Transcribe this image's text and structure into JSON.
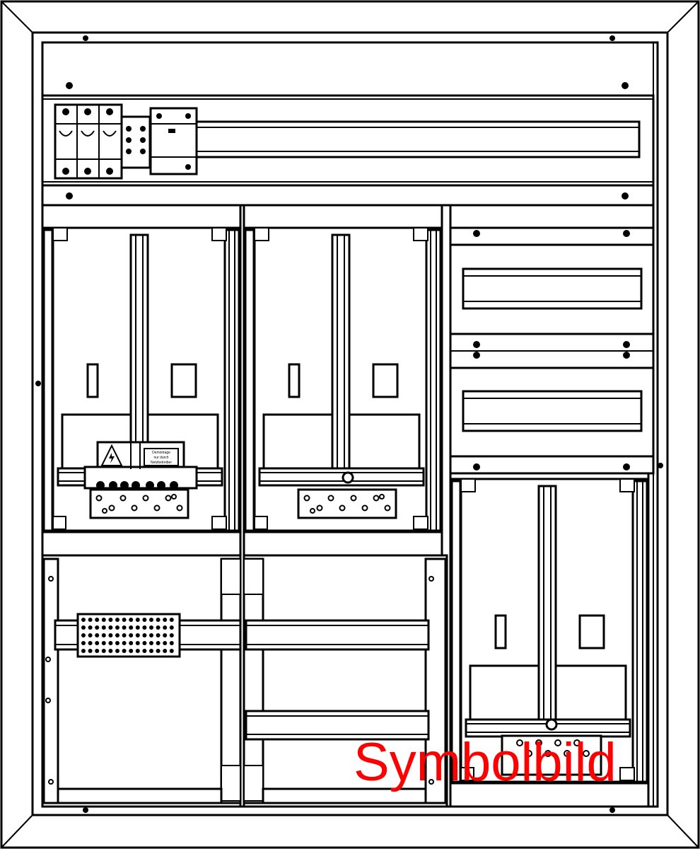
{
  "watermark": {
    "text": "Symbolbild",
    "color": "#ff0000"
  },
  "warning_label": {
    "line1": "Demontage",
    "line2": "nur durch",
    "line3": "Netzbetreiber"
  },
  "colors": {
    "line": "#000000",
    "background": "#ffffff"
  }
}
